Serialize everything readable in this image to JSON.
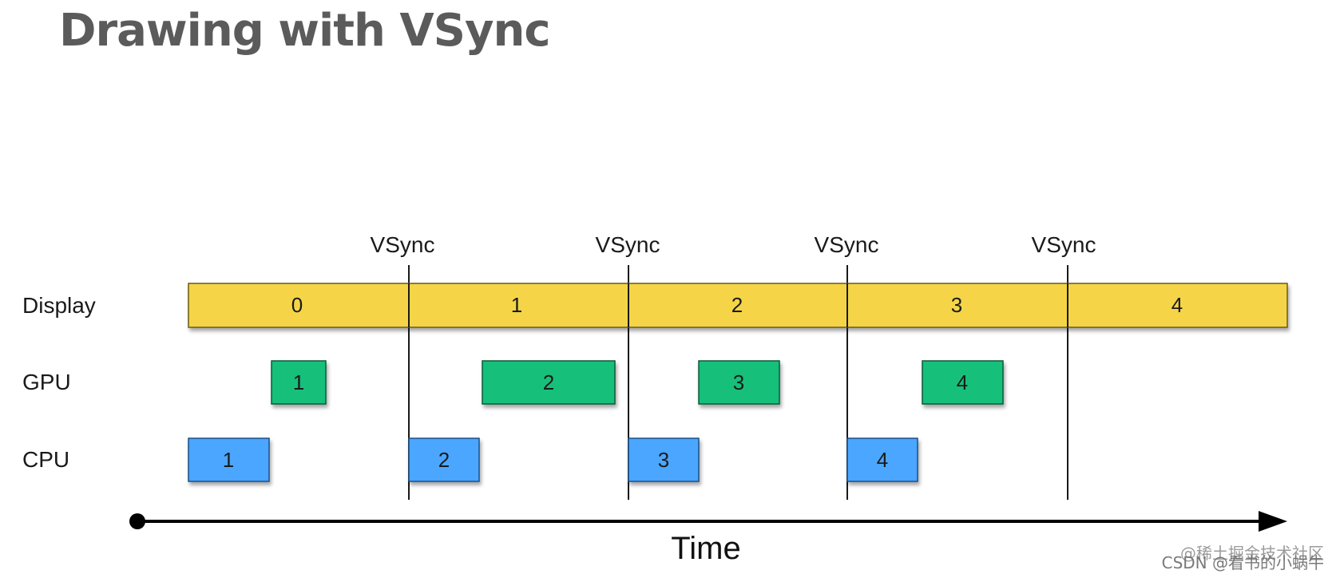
{
  "title": "Drawing with VSync",
  "rows": {
    "display": "Display",
    "gpu": "GPU",
    "cpu": "CPU"
  },
  "vsync_label": "VSync",
  "display_frames": [
    "0",
    "1",
    "2",
    "3",
    "4"
  ],
  "gpu_frames": [
    "1",
    "2",
    "3",
    "4"
  ],
  "cpu_frames": [
    "1",
    "2",
    "3",
    "4"
  ],
  "time_label": "Time",
  "watermarks": {
    "line1": "@稀土掘金技术社区",
    "line2": "CSDN @看书的小蜗牛"
  },
  "colors": {
    "display": "#f5d547",
    "gpu": "#15c07a",
    "cpu": "#4ba6ff",
    "title": "#5b5b5b"
  }
}
